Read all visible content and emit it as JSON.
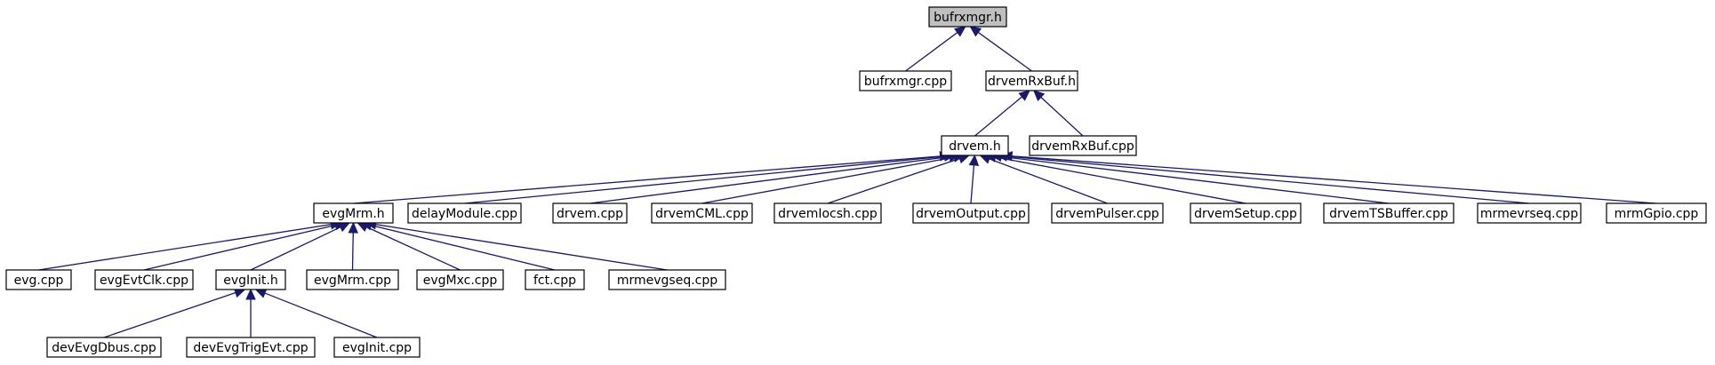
{
  "diagram": {
    "edge_color": "#191970",
    "root_fill": "#bfbfbf",
    "nodes": [
      {
        "id": "bufrxmgr_h",
        "label": "bufrxmgr.h",
        "root": true
      },
      {
        "id": "bufrxmgr_cpp",
        "label": "bufrxmgr.cpp"
      },
      {
        "id": "drvemRxBuf_h",
        "label": "drvemRxBuf.h"
      },
      {
        "id": "drvem_h",
        "label": "drvem.h"
      },
      {
        "id": "drvemRxBuf_cpp",
        "label": "drvemRxBuf.cpp"
      },
      {
        "id": "evgMrm_h",
        "label": "evgMrm.h"
      },
      {
        "id": "delayModule_cpp",
        "label": "delayModule.cpp"
      },
      {
        "id": "drvem_cpp",
        "label": "drvem.cpp"
      },
      {
        "id": "drvemCML_cpp",
        "label": "drvemCML.cpp"
      },
      {
        "id": "drvemIocsh_cpp",
        "label": "drvemIocsh.cpp"
      },
      {
        "id": "drvemOutput_cpp",
        "label": "drvemOutput.cpp"
      },
      {
        "id": "drvemPulser_cpp",
        "label": "drvemPulser.cpp"
      },
      {
        "id": "drvemSetup_cpp",
        "label": "drvemSetup.cpp"
      },
      {
        "id": "drvemTSBuffer_cpp",
        "label": "drvemTSBuffer.cpp"
      },
      {
        "id": "mrmevrseq_cpp",
        "label": "mrmevrseq.cpp"
      },
      {
        "id": "mrmGpio_cpp",
        "label": "mrmGpio.cpp"
      },
      {
        "id": "evg_cpp",
        "label": "evg.cpp"
      },
      {
        "id": "evgEvtClk_cpp",
        "label": "evgEvtClk.cpp"
      },
      {
        "id": "evgInit_h",
        "label": "evgInit.h"
      },
      {
        "id": "evgMrm_cpp",
        "label": "evgMrm.cpp"
      },
      {
        "id": "evgMxc_cpp",
        "label": "evgMxc.cpp"
      },
      {
        "id": "fct_cpp",
        "label": "fct.cpp"
      },
      {
        "id": "mrmevgseq_cpp",
        "label": "mrmevgseq.cpp"
      },
      {
        "id": "devEvgDbus_cpp",
        "label": "devEvgDbus.cpp"
      },
      {
        "id": "devEvgTrigEvt_cpp",
        "label": "devEvgTrigEvt.cpp"
      },
      {
        "id": "evgInit_cpp",
        "label": "evgInit.cpp"
      }
    ],
    "edges": [
      {
        "from": "bufrxmgr_cpp",
        "to": "bufrxmgr_h"
      },
      {
        "from": "drvemRxBuf_h",
        "to": "bufrxmgr_h"
      },
      {
        "from": "drvem_h",
        "to": "drvemRxBuf_h"
      },
      {
        "from": "drvemRxBuf_cpp",
        "to": "drvemRxBuf_h"
      },
      {
        "from": "evgMrm_h",
        "to": "drvem_h"
      },
      {
        "from": "delayModule_cpp",
        "to": "drvem_h"
      },
      {
        "from": "drvem_cpp",
        "to": "drvem_h"
      },
      {
        "from": "drvemCML_cpp",
        "to": "drvem_h"
      },
      {
        "from": "drvemIocsh_cpp",
        "to": "drvem_h"
      },
      {
        "from": "drvemOutput_cpp",
        "to": "drvem_h"
      },
      {
        "from": "drvemPulser_cpp",
        "to": "drvem_h"
      },
      {
        "from": "drvemSetup_cpp",
        "to": "drvem_h"
      },
      {
        "from": "drvemTSBuffer_cpp",
        "to": "drvem_h"
      },
      {
        "from": "mrmevrseq_cpp",
        "to": "drvem_h"
      },
      {
        "from": "mrmGpio_cpp",
        "to": "drvem_h"
      },
      {
        "from": "evg_cpp",
        "to": "evgMrm_h"
      },
      {
        "from": "evgEvtClk_cpp",
        "to": "evgMrm_h"
      },
      {
        "from": "evgInit_h",
        "to": "evgMrm_h"
      },
      {
        "from": "evgMrm_cpp",
        "to": "evgMrm_h"
      },
      {
        "from": "evgMxc_cpp",
        "to": "evgMrm_h"
      },
      {
        "from": "fct_cpp",
        "to": "evgMrm_h"
      },
      {
        "from": "mrmevgseq_cpp",
        "to": "evgMrm_h"
      },
      {
        "from": "devEvgDbus_cpp",
        "to": "evgInit_h"
      },
      {
        "from": "devEvgTrigEvt_cpp",
        "to": "evgInit_h"
      },
      {
        "from": "evgInit_cpp",
        "to": "evgInit_h"
      }
    ]
  }
}
